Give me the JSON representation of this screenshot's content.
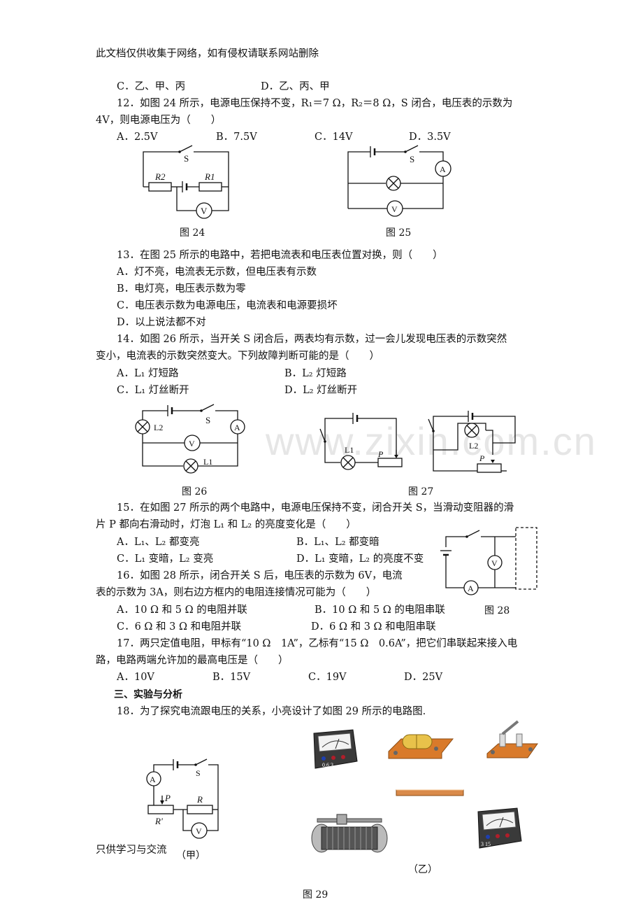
{
  "header": {
    "note": "此文档仅供收集于网络，如有侵权请联系网站删除"
  },
  "watermark": "www.zixin.com.cn",
  "lines": {
    "l01": "C．乙、甲、丙",
    "l01b": "D．乙、丙、甲",
    "q12a": "12．如图 24 所示，电源电压保持不变，R₁＝7 Ω，R₂＝8 Ω，S 闭合，电压表的示数为",
    "q12b": "4V，则电源电压为（　　）",
    "q12A": "A．2.5V",
    "q12B": "B．7.5V",
    "q12C": "C．14V",
    "q12D": "D．3.5V",
    "q13": "13．在图 25 所示的电路中，若把电流表和电压表位置对换，则（　　）",
    "q13A": "A．灯不亮，电流表无示数，但电压表有示数",
    "q13B": "B．电灯亮，电压表示数为零",
    "q13C": "C．电压表示数为电源电压，电流表和电源要损坏",
    "q13D": "D．以上说法都不对",
    "q14a": "14．如图 26 所示，当开关 S 闭合后，两表均有示数，过一会儿发现电压表的示数突然",
    "q14b": "变小，电流表的示数突然变大。下列故障判断可能的是（　　）",
    "q14A": "A．L₁ 灯短路",
    "q14B": "B．L₂ 灯短路",
    "q14C": "C．L₁ 灯丝断开",
    "q14D": "D．L₂ 灯丝断开",
    "q15a": "15．在如图 27 所示的两个电路中，电源电压保持不变，闭合开关 S，当滑动变阻器的滑",
    "q15b": "片 P 都向右滑动时，灯泡 L₁ 和 L₂ 的亮度变化是（　　）",
    "q15A": "A．L₁、L₂ 都变亮",
    "q15B": "B．L₁、L₂ 都变暗",
    "q15C": "C．L₁ 变暗，L₂ 变亮",
    "q15D": "D．L₁ 变暗，L₂ 的亮度不变",
    "q16a": "16．如图 28 所示，闭合开关 S 后，电压表的示数为 6V，电流",
    "q16b": "表的示数为 3A，则右边方框内的电阻连接情况可能为（　　）",
    "q16A": "A．10 Ω 和 5 Ω 的电阻并联",
    "q16B": "B．10 Ω 和 5 Ω 的电阻串联",
    "q16C": "C．6 Ω 和 3 Ω 和电阻并联",
    "q16D": "D．6 Ω 和 3 Ω 和电阻串联",
    "q17a": "17．两只定值电阻，甲标有“10 Ω　1A”，乙标有“15 Ω　0.6A”，把它们串联起来接入电",
    "q17b": "路，电路两端允许加的最高电压是（　　）",
    "q17A": "A．10V",
    "q17B": "B．15V",
    "q17C": "C．19V",
    "q17D": "D．25V",
    "sec3": "三、实验与分析",
    "q18": "18．为了探究电流跟电压的关系，小亮设计了如图 29 所示的电路图."
  },
  "captions": {
    "f24": "图 24",
    "f25": "图 25",
    "f26": "图 26",
    "f27": "图 27",
    "f28": "图 28",
    "f29": "图 29",
    "jia": "（甲）",
    "yi": "（乙）"
  },
  "labels": {
    "S": "S",
    "R1": "R1",
    "R2": "R2",
    "V": "V",
    "A": "A",
    "L1": "L1",
    "L2": "L2",
    "P": "P",
    "R": "R",
    "Rp": "R'",
    "ammeter_scale": "0.6  3",
    "voltmeter_scale": "3  15"
  },
  "footer": {
    "note": "只供学习与交流"
  }
}
